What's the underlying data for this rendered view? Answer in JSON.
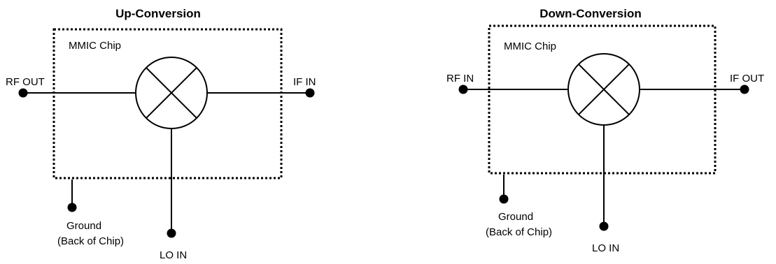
{
  "colors": {
    "line": "#000000",
    "background": "#ffffff"
  },
  "diagrams": [
    {
      "title": "Up-Conversion",
      "chip_label": "MMIC Chip",
      "left_port": "RF OUT",
      "right_port": "IF IN",
      "bottom_port": "LO IN",
      "ground_line1": "Ground",
      "ground_line2": "(Back of Chip)",
      "symbol": "mixer-icon"
    },
    {
      "title": "Down-Conversion",
      "chip_label": "MMIC Chip",
      "left_port": "RF IN",
      "right_port": "IF OUT",
      "bottom_port": "LO IN",
      "ground_line1": "Ground",
      "ground_line2": "(Back of Chip)",
      "symbol": "mixer-icon"
    }
  ]
}
